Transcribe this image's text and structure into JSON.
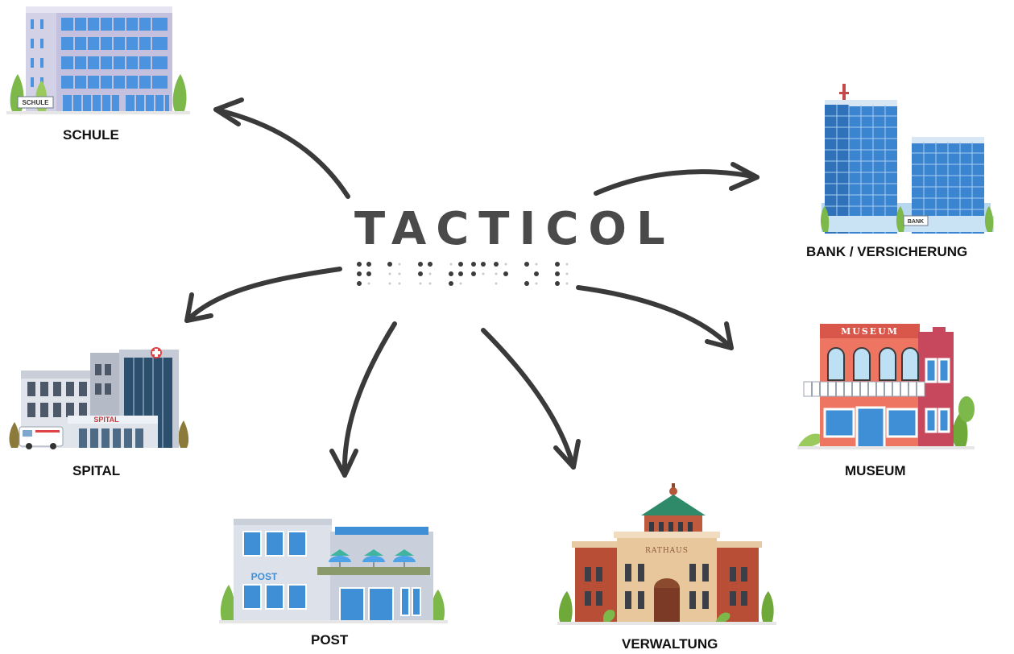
{
  "brand": {
    "title": "TACTICOL"
  },
  "destinations": {
    "school": "SCHULE",
    "school_sign": "SCHULE",
    "bank": "BANK / VERSICHERUNG",
    "bank_sign": "BANK",
    "hospital": "SPITAL",
    "hospital_sign": "SPITAL",
    "museum": "MUSEUM",
    "museum_sign": "MUSEUM",
    "post": "POST",
    "post_sign": "POST",
    "administration": "VERWALTUNG",
    "administration_sign": "RATHAUS"
  },
  "colors": {
    "title_text": "#4a4a4a",
    "arrow": "#3a3a3a",
    "braille_dot": "#3c3c3c"
  },
  "icons": {
    "school": "school-building-icon",
    "bank": "bank-towers-icon",
    "hospital": "hospital-building-icon",
    "museum": "museum-building-icon",
    "post": "post-office-building-icon",
    "administration": "town-hall-building-icon"
  }
}
